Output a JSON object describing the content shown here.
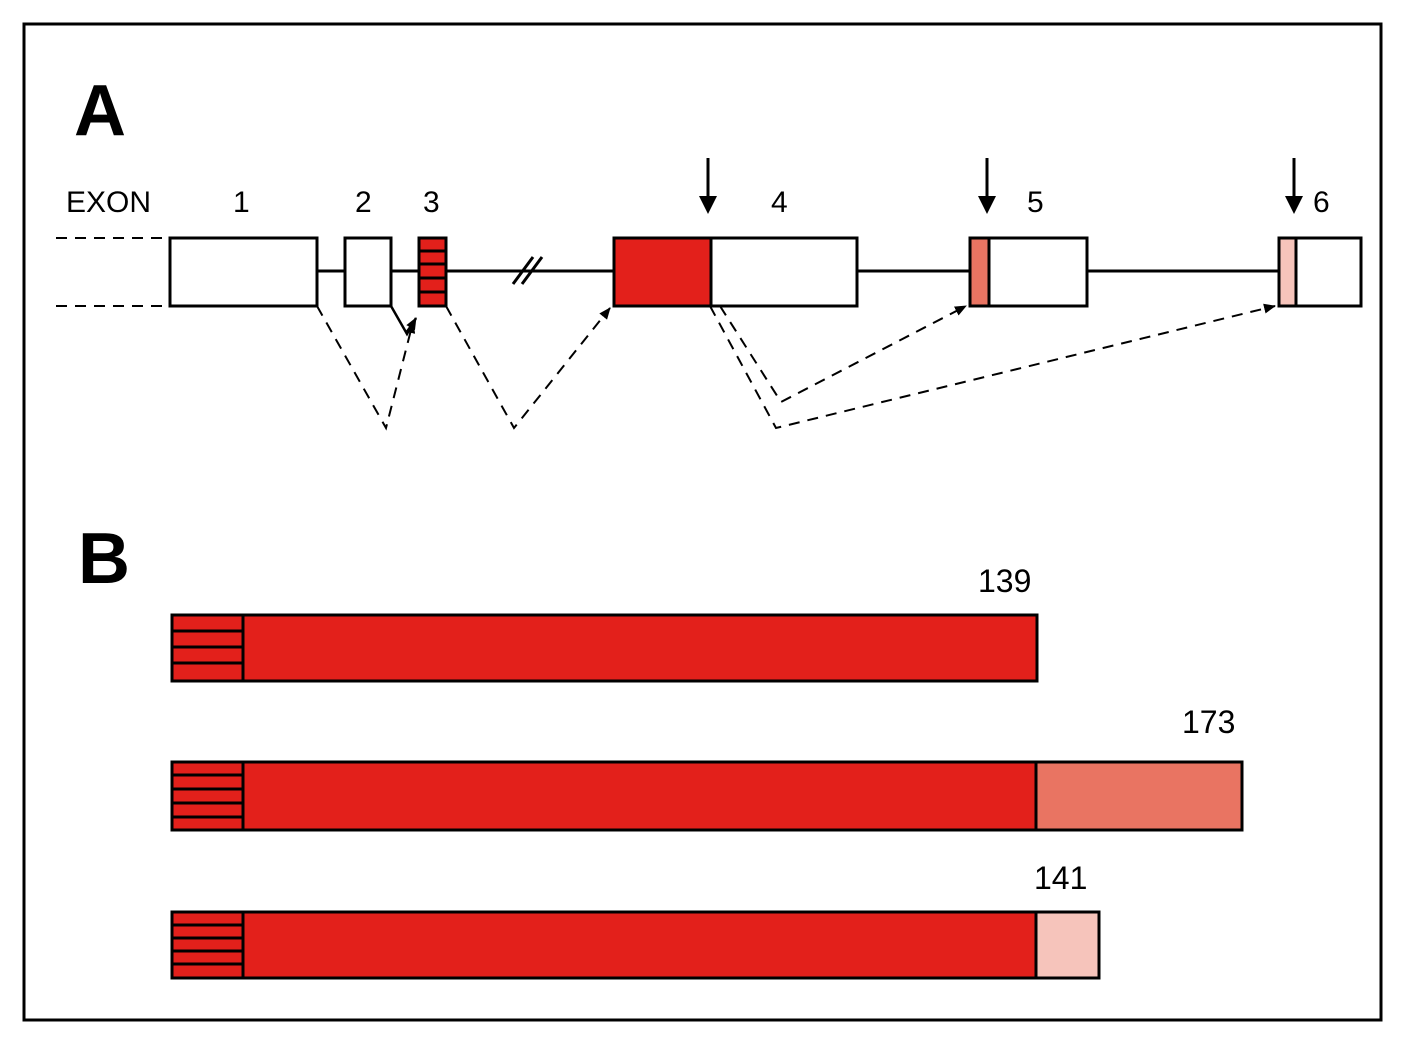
{
  "panels": {
    "a_label": "A",
    "b_label": "B"
  },
  "gene": {
    "exon_word": "EXON",
    "exon_numbers": [
      "1",
      "2",
      "3",
      "4",
      "5",
      "6"
    ]
  },
  "proteins": {
    "lengths": [
      "139",
      "173",
      "141"
    ]
  },
  "colors": {
    "coding_red": "#e3201b",
    "exon5_salmon": "#e97462",
    "exon6_pink": "#f6c4bb",
    "outline": "#000000",
    "background": "#ffffff"
  }
}
